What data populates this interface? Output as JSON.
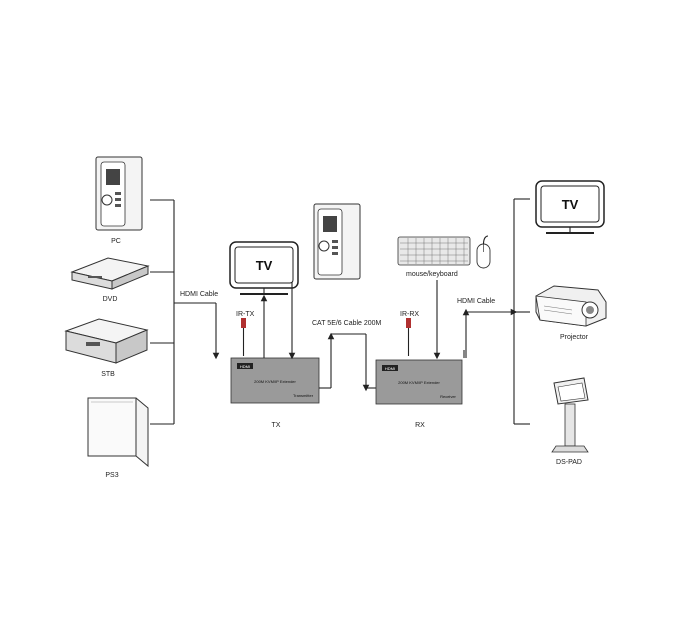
{
  "devices": {
    "pc": "PC",
    "dvd": "DVD",
    "stb": "STB",
    "ps3": "PS3",
    "tv_left": "TV",
    "tv_right": "TV",
    "mouse_keyboard": "mouse/keyboard",
    "projector": "Projector",
    "ds_pad": "DS-PAD"
  },
  "cables": {
    "hdmi_left": "HDMI Cable",
    "hdmi_right": "HDMI Cable",
    "cat": "CAT 5E/6 Cable 200M"
  },
  "ir": {
    "tx": "IR-TX",
    "rx": "IR-RX"
  },
  "units": {
    "tx_label": "TX",
    "rx_label": "RX",
    "tx_title": "200M KVM/IP Extender",
    "rx_title": "200M KVM/IP Extender",
    "tx_sub": "Transmitter",
    "rx_sub": "Receiver",
    "brand": "HDMI"
  },
  "colors": {
    "line": "#222222",
    "unit_fill": "#9a9a9a",
    "ir_red": "#b03030"
  }
}
